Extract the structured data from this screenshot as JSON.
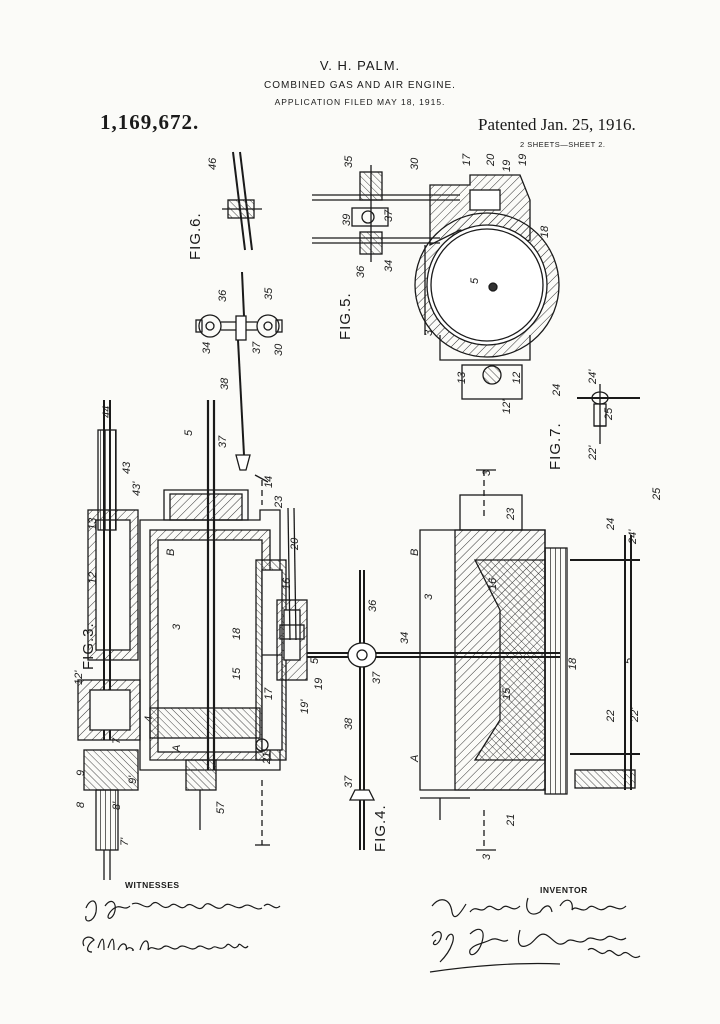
{
  "header": {
    "inventor_name": "V. H. PALM.",
    "title": "COMBINED GAS AND AIR ENGINE.",
    "filed": "APPLICATION FILED MAY 18, 1915.",
    "patent_number": "1,169,672.",
    "patented": "Patented Jan. 25, 1916.",
    "sheets": "2 SHEETS—SHEET 2."
  },
  "figures": {
    "fig3": "FIG.3.",
    "fig4": "FIG.4.",
    "fig5": "FIG.5.",
    "fig6": "FIG.6.",
    "fig7": "FIG.7."
  },
  "labels": {
    "fig6": [
      "46"
    ],
    "fig6_lower": [
      "36",
      "35",
      "34",
      "37",
      "30",
      "38",
      "37",
      "14"
    ],
    "fig5": [
      "35",
      "30",
      "17",
      "20",
      "19",
      "19",
      "39",
      "37",
      "18",
      "36",
      "34",
      "5",
      "3",
      "13",
      "12",
      "12'"
    ],
    "fig7": [
      "24",
      "24'",
      "25",
      "22'"
    ],
    "fig3": [
      "44",
      "43",
      "43'",
      "13",
      "12",
      "12'",
      "7",
      "9",
      "8",
      "8'",
      "9'",
      "7'",
      "5",
      "23",
      "B",
      "20",
      "16",
      "3",
      "18",
      "15",
      "19",
      "17",
      "19'",
      "4",
      "A",
      "21",
      "57"
    ],
    "fig4": [
      "3",
      "23",
      "25",
      "B",
      "3",
      "16",
      "24",
      "24'",
      "36",
      "34",
      "5",
      "18",
      "5",
      "37",
      "15",
      "38",
      "22",
      "22'",
      "A",
      "21",
      "37",
      "3"
    ]
  },
  "footer": {
    "witnesses_label": "WITNESSES",
    "inventor_label": "INVENTOR",
    "witness1": "J. Herbert Bradley",
    "witness2": "Ella McConnell",
    "inventor_sig": "Victor H. Palm",
    "attorney_sig": "By Jas. Keble Atty."
  }
}
